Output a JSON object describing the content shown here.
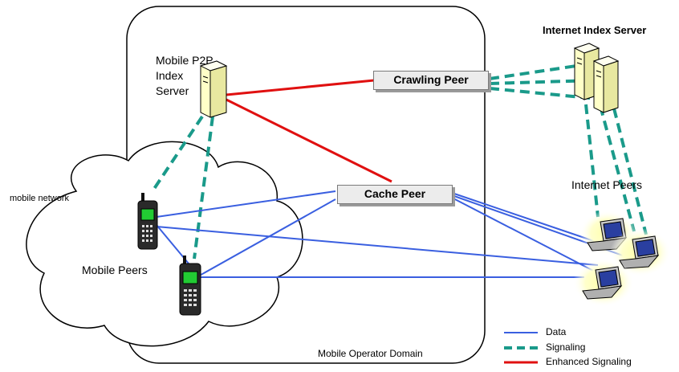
{
  "labels": {
    "mobile_p2p_index_server": [
      "Mobile P2P",
      "Index",
      "Server"
    ],
    "internet_index_server": "Internet Index Server",
    "crawling_peer": "Crawling Peer",
    "cache_peer": "Cache Peer",
    "mobile_network": "mobile network",
    "mobile_peers": "Mobile Peers",
    "internet_peers": "Internet Peers",
    "mobile_operator_domain": "Mobile Operator Domain"
  },
  "legend": [
    {
      "label": "Data",
      "color": "#3a5fe0",
      "style": "solid"
    },
    {
      "label": "Signaling",
      "color": "#1a9a8a",
      "style": "dashed"
    },
    {
      "label": "Enhanced Signaling",
      "color": "#e01010",
      "style": "solid"
    }
  ],
  "colors": {
    "data": "#3a5fe0",
    "signaling": "#1a9a8a",
    "enhanced_signaling": "#e01010",
    "server_fill": "#ffffc8",
    "laptop_glow": "#ffffc0"
  },
  "icons": [
    "server-icon",
    "mobile-phone-icon",
    "laptop-icon",
    "cloud-shape"
  ]
}
